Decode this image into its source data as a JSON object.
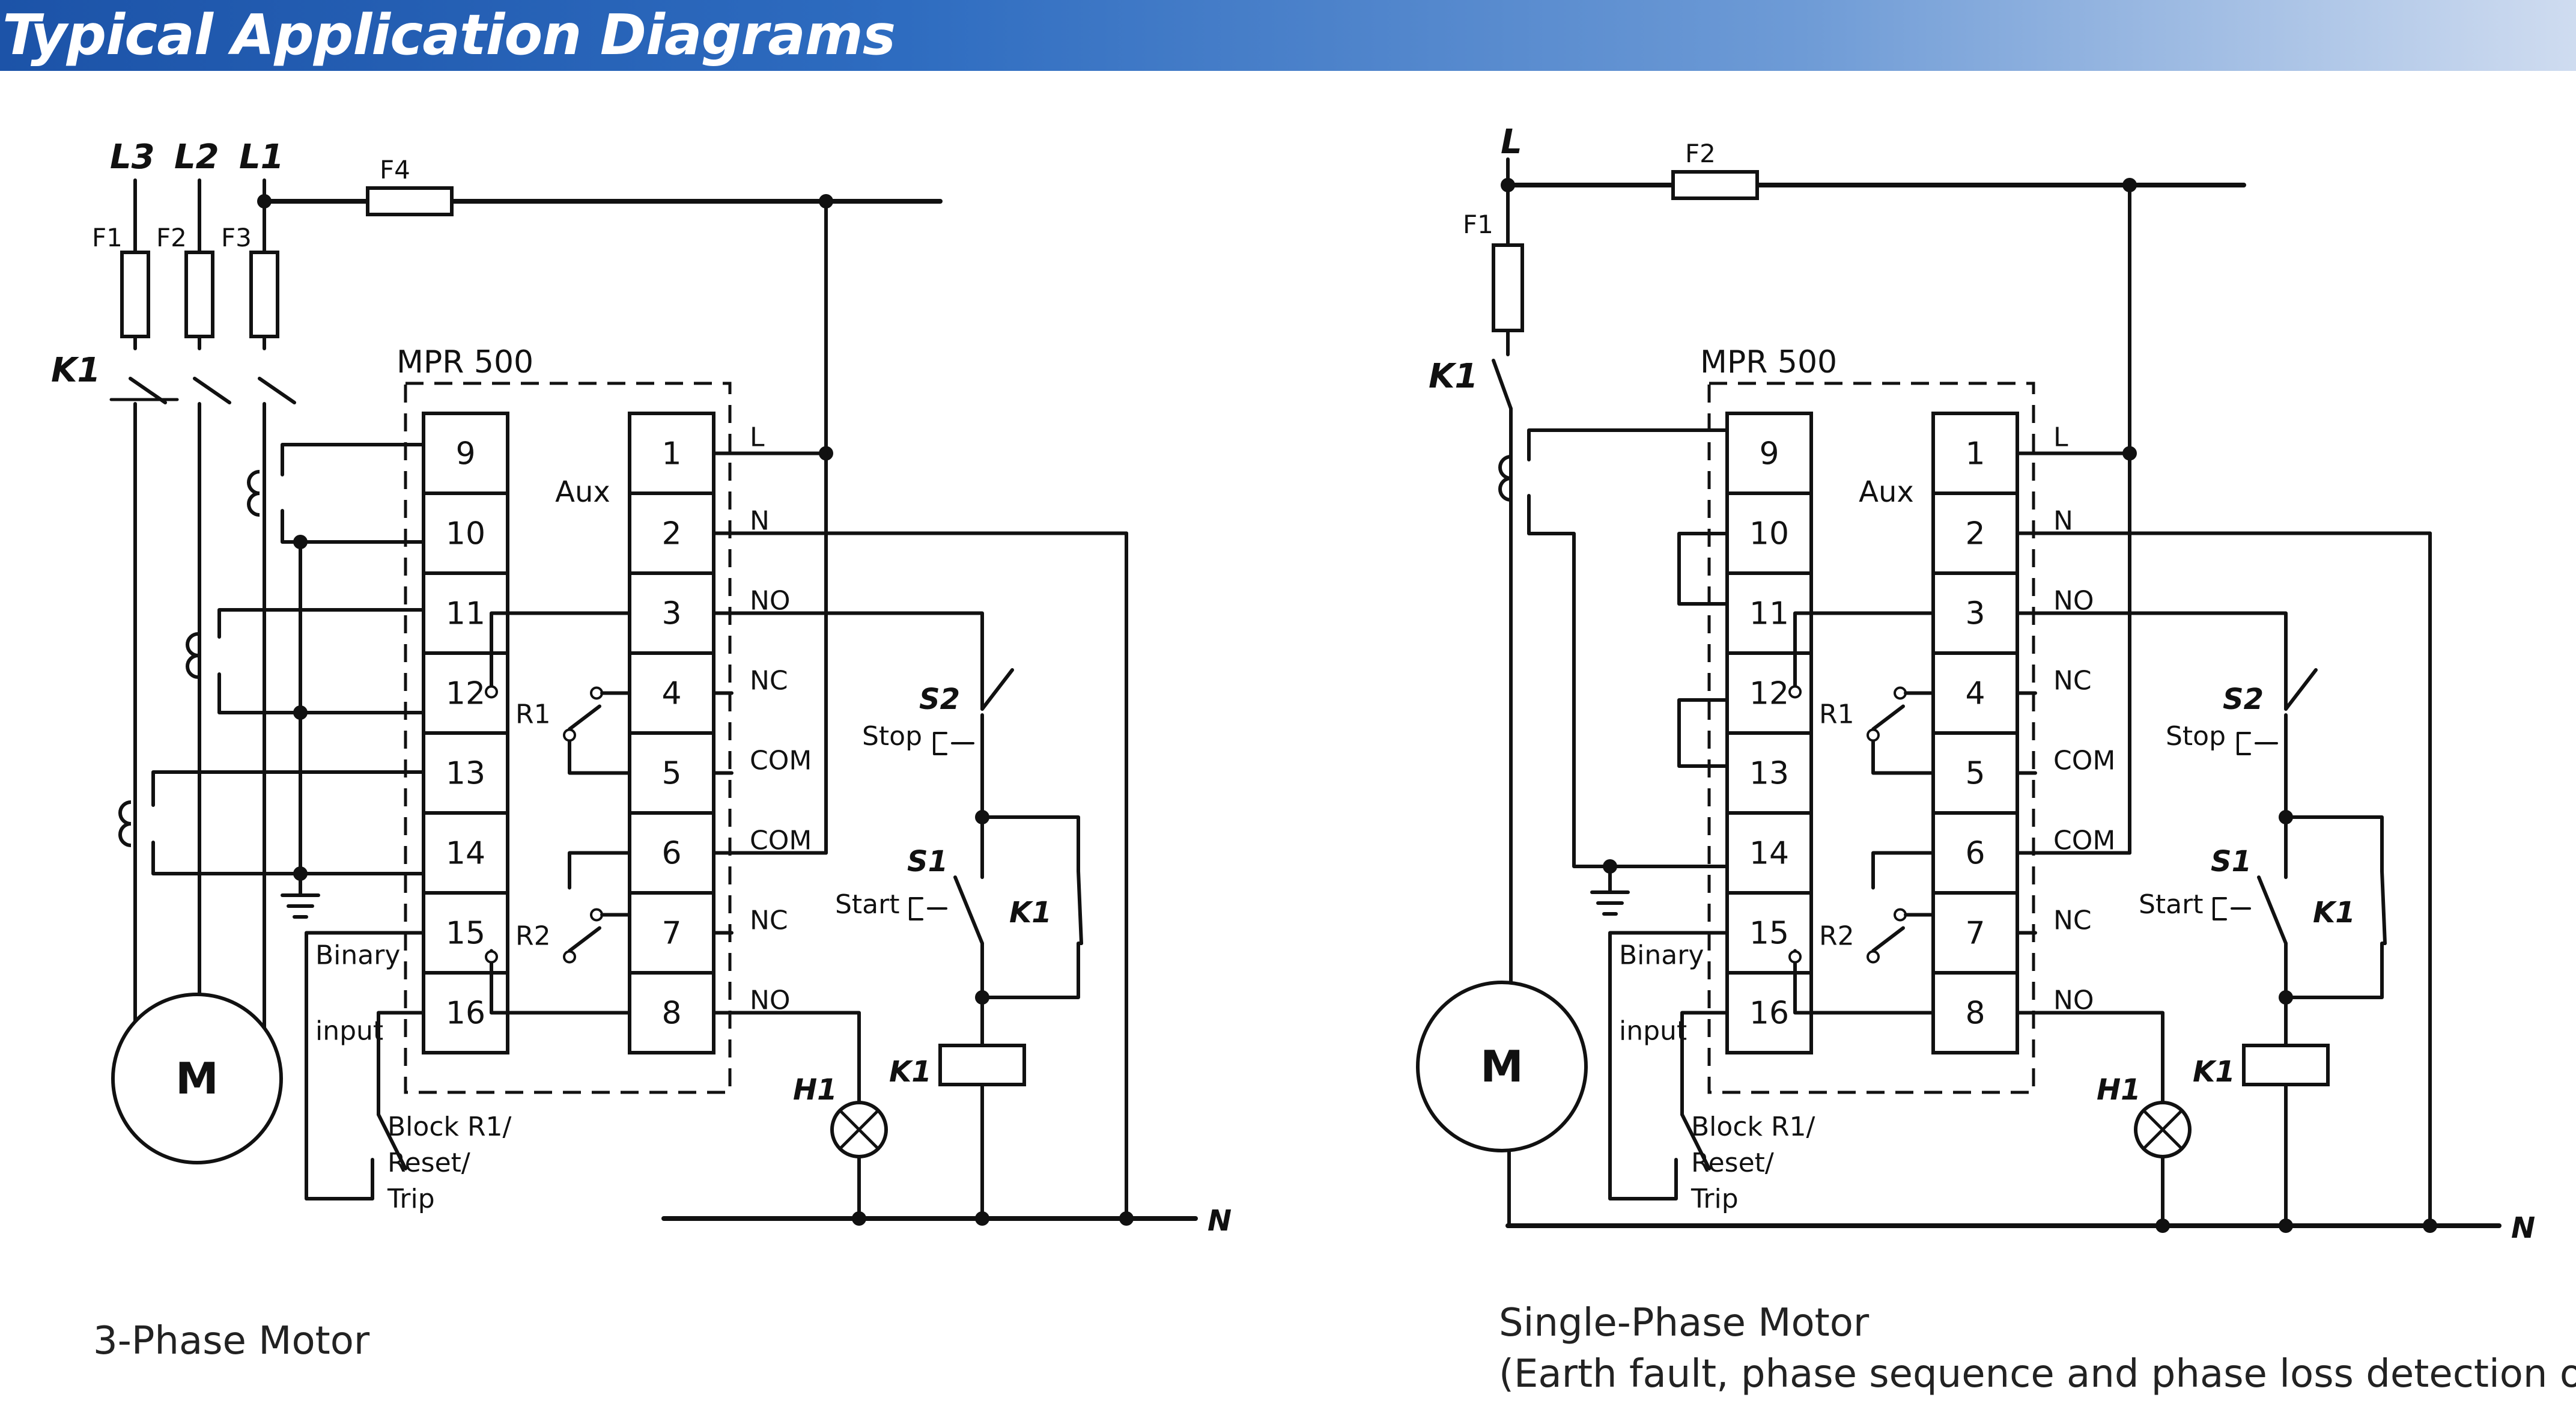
{
  "header": {
    "title": "Typical Application Diagrams"
  },
  "captions": {
    "three_phase": "3-Phase Motor",
    "single_phase_1": "Single-Phase Motor",
    "single_phase_2": "(Earth fault, phase sequence and phase loss detection off)"
  },
  "left": {
    "lines": [
      "L3",
      "L2",
      "L1"
    ],
    "fuses": [
      "F1",
      "F2",
      "F3"
    ],
    "fuse_top": "F4",
    "contactor": "K1",
    "motor": "M",
    "relay": "MPR 500",
    "aux": "Aux",
    "terminals_left": [
      "9",
      "10",
      "11",
      "12",
      "13",
      "14",
      "15",
      "16"
    ],
    "terminals_right": [
      "1",
      "2",
      "3",
      "4",
      "5",
      "6",
      "7",
      "8"
    ],
    "terminal_labels": [
      "L",
      "N",
      "NO",
      "NC",
      "COM",
      "COM",
      "NC",
      "NO"
    ],
    "r1": "R1",
    "r2": "R2",
    "binary_input": [
      "Binary",
      "input"
    ],
    "block_reset": [
      "Block R1/",
      "Reset/",
      "Trip"
    ],
    "s2": "S2",
    "stop": "Stop",
    "s1": "S1",
    "start": "Start",
    "k1_contact": "K1",
    "k1_coil": "K1",
    "h1": "H1",
    "n": "N"
  },
  "right": {
    "line": "L",
    "fuse_1": "F1",
    "fuse_top": "F2",
    "contactor": "K1",
    "motor": "M",
    "relay": "MPR 500",
    "aux": "Aux",
    "terminals_left": [
      "9",
      "10",
      "11",
      "12",
      "13",
      "14",
      "15",
      "16"
    ],
    "terminals_right": [
      "1",
      "2",
      "3",
      "4",
      "5",
      "6",
      "7",
      "8"
    ],
    "terminal_labels": [
      "L",
      "N",
      "NO",
      "NC",
      "COM",
      "COM",
      "NC",
      "NO"
    ],
    "r1": "R1",
    "r2": "R2",
    "binary_input": [
      "Binary",
      "input"
    ],
    "block_reset": [
      "Block R1/",
      "Reset/",
      "Trip"
    ],
    "s2": "S2",
    "stop": "Stop",
    "s1": "S1",
    "start": "Start",
    "k1_contact": "K1",
    "k1_coil": "K1",
    "h1": "H1",
    "n": "N"
  }
}
